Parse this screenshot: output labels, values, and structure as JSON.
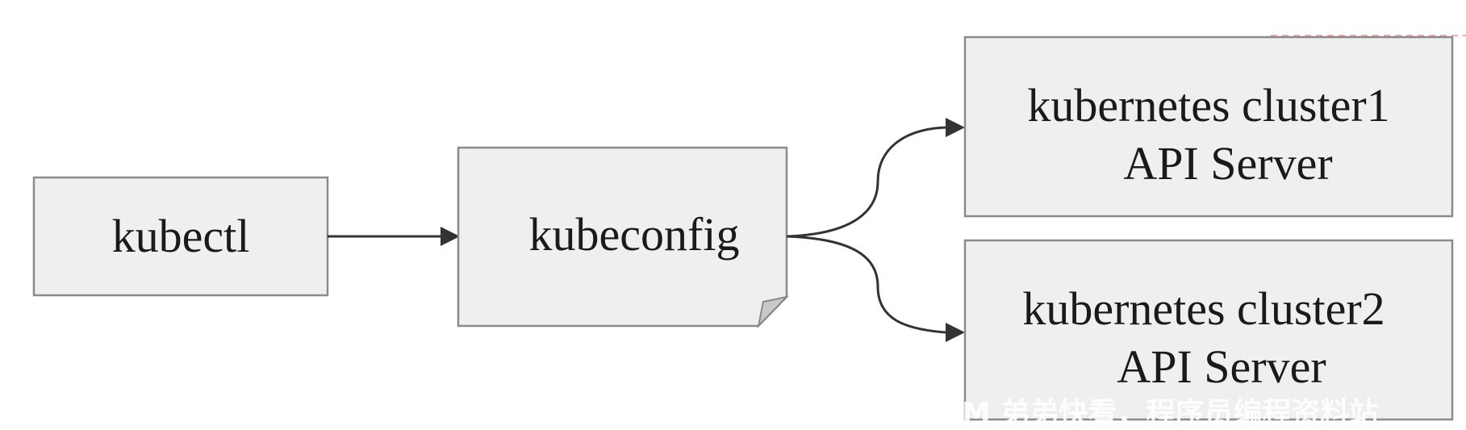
{
  "nodes": {
    "kubectl": {
      "label": "kubectl"
    },
    "kubeconfig": {
      "label": "kubeconfig"
    },
    "cluster1": {
      "line1": "kubernetes cluster1",
      "line2": "API Server"
    },
    "cluster2": {
      "line1": "kubernetes cluster2",
      "line2": "API Server"
    }
  },
  "watermark": {
    "text": "M 弟弟快看，程序员编程资料站"
  },
  "colors": {
    "box_fill": "#efefef",
    "box_stroke": "#8a8a8a",
    "arrow": "#333333",
    "corner_fold": "#c8c8c8",
    "dashed_mark": "#d33"
  }
}
